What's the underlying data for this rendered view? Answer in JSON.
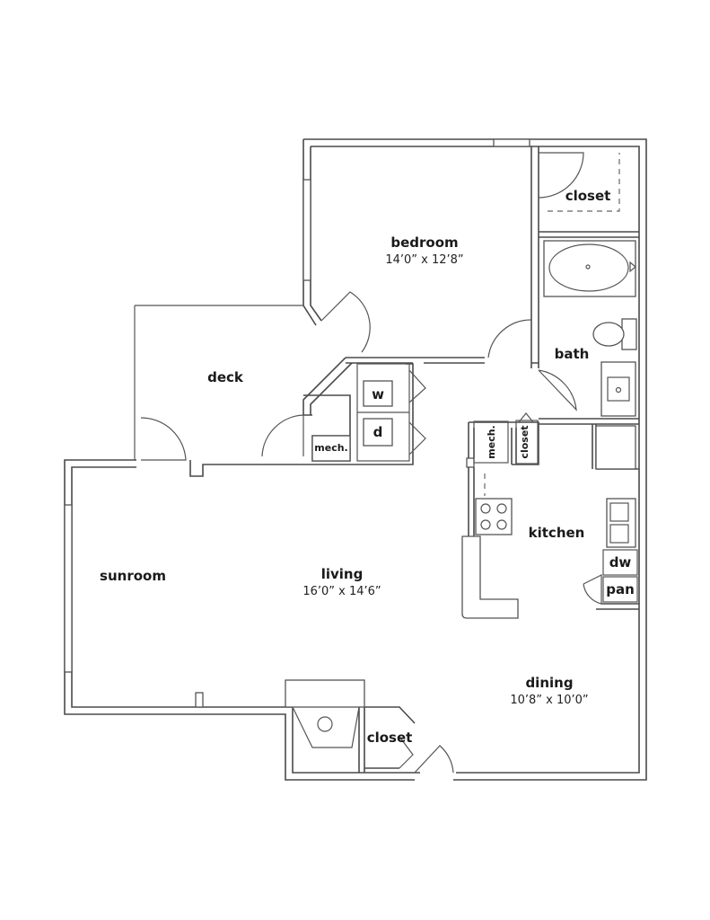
{
  "rooms": {
    "bedroom": {
      "name": "bedroom",
      "size": "14’0” x 12’8”"
    },
    "closet_bedroom": {
      "name": "closet"
    },
    "bath": {
      "name": "bath"
    },
    "deck": {
      "name": "deck"
    },
    "washer": {
      "name": "w"
    },
    "dryer": {
      "name": "d"
    },
    "mech_laundry": {
      "name": "mech."
    },
    "mech_hall": {
      "name": "mech."
    },
    "closet_hall": {
      "name": "closet"
    },
    "kitchen": {
      "name": "kitchen"
    },
    "dishwasher": {
      "name": "dw"
    },
    "pantry": {
      "name": "pan"
    },
    "sunroom": {
      "name": "sunroom"
    },
    "living": {
      "name": "living",
      "size": "16’0” x 14’6”"
    },
    "dining": {
      "name": "dining",
      "size": "10’8” x 10’0”"
    },
    "closet_entry": {
      "name": "closet"
    }
  }
}
